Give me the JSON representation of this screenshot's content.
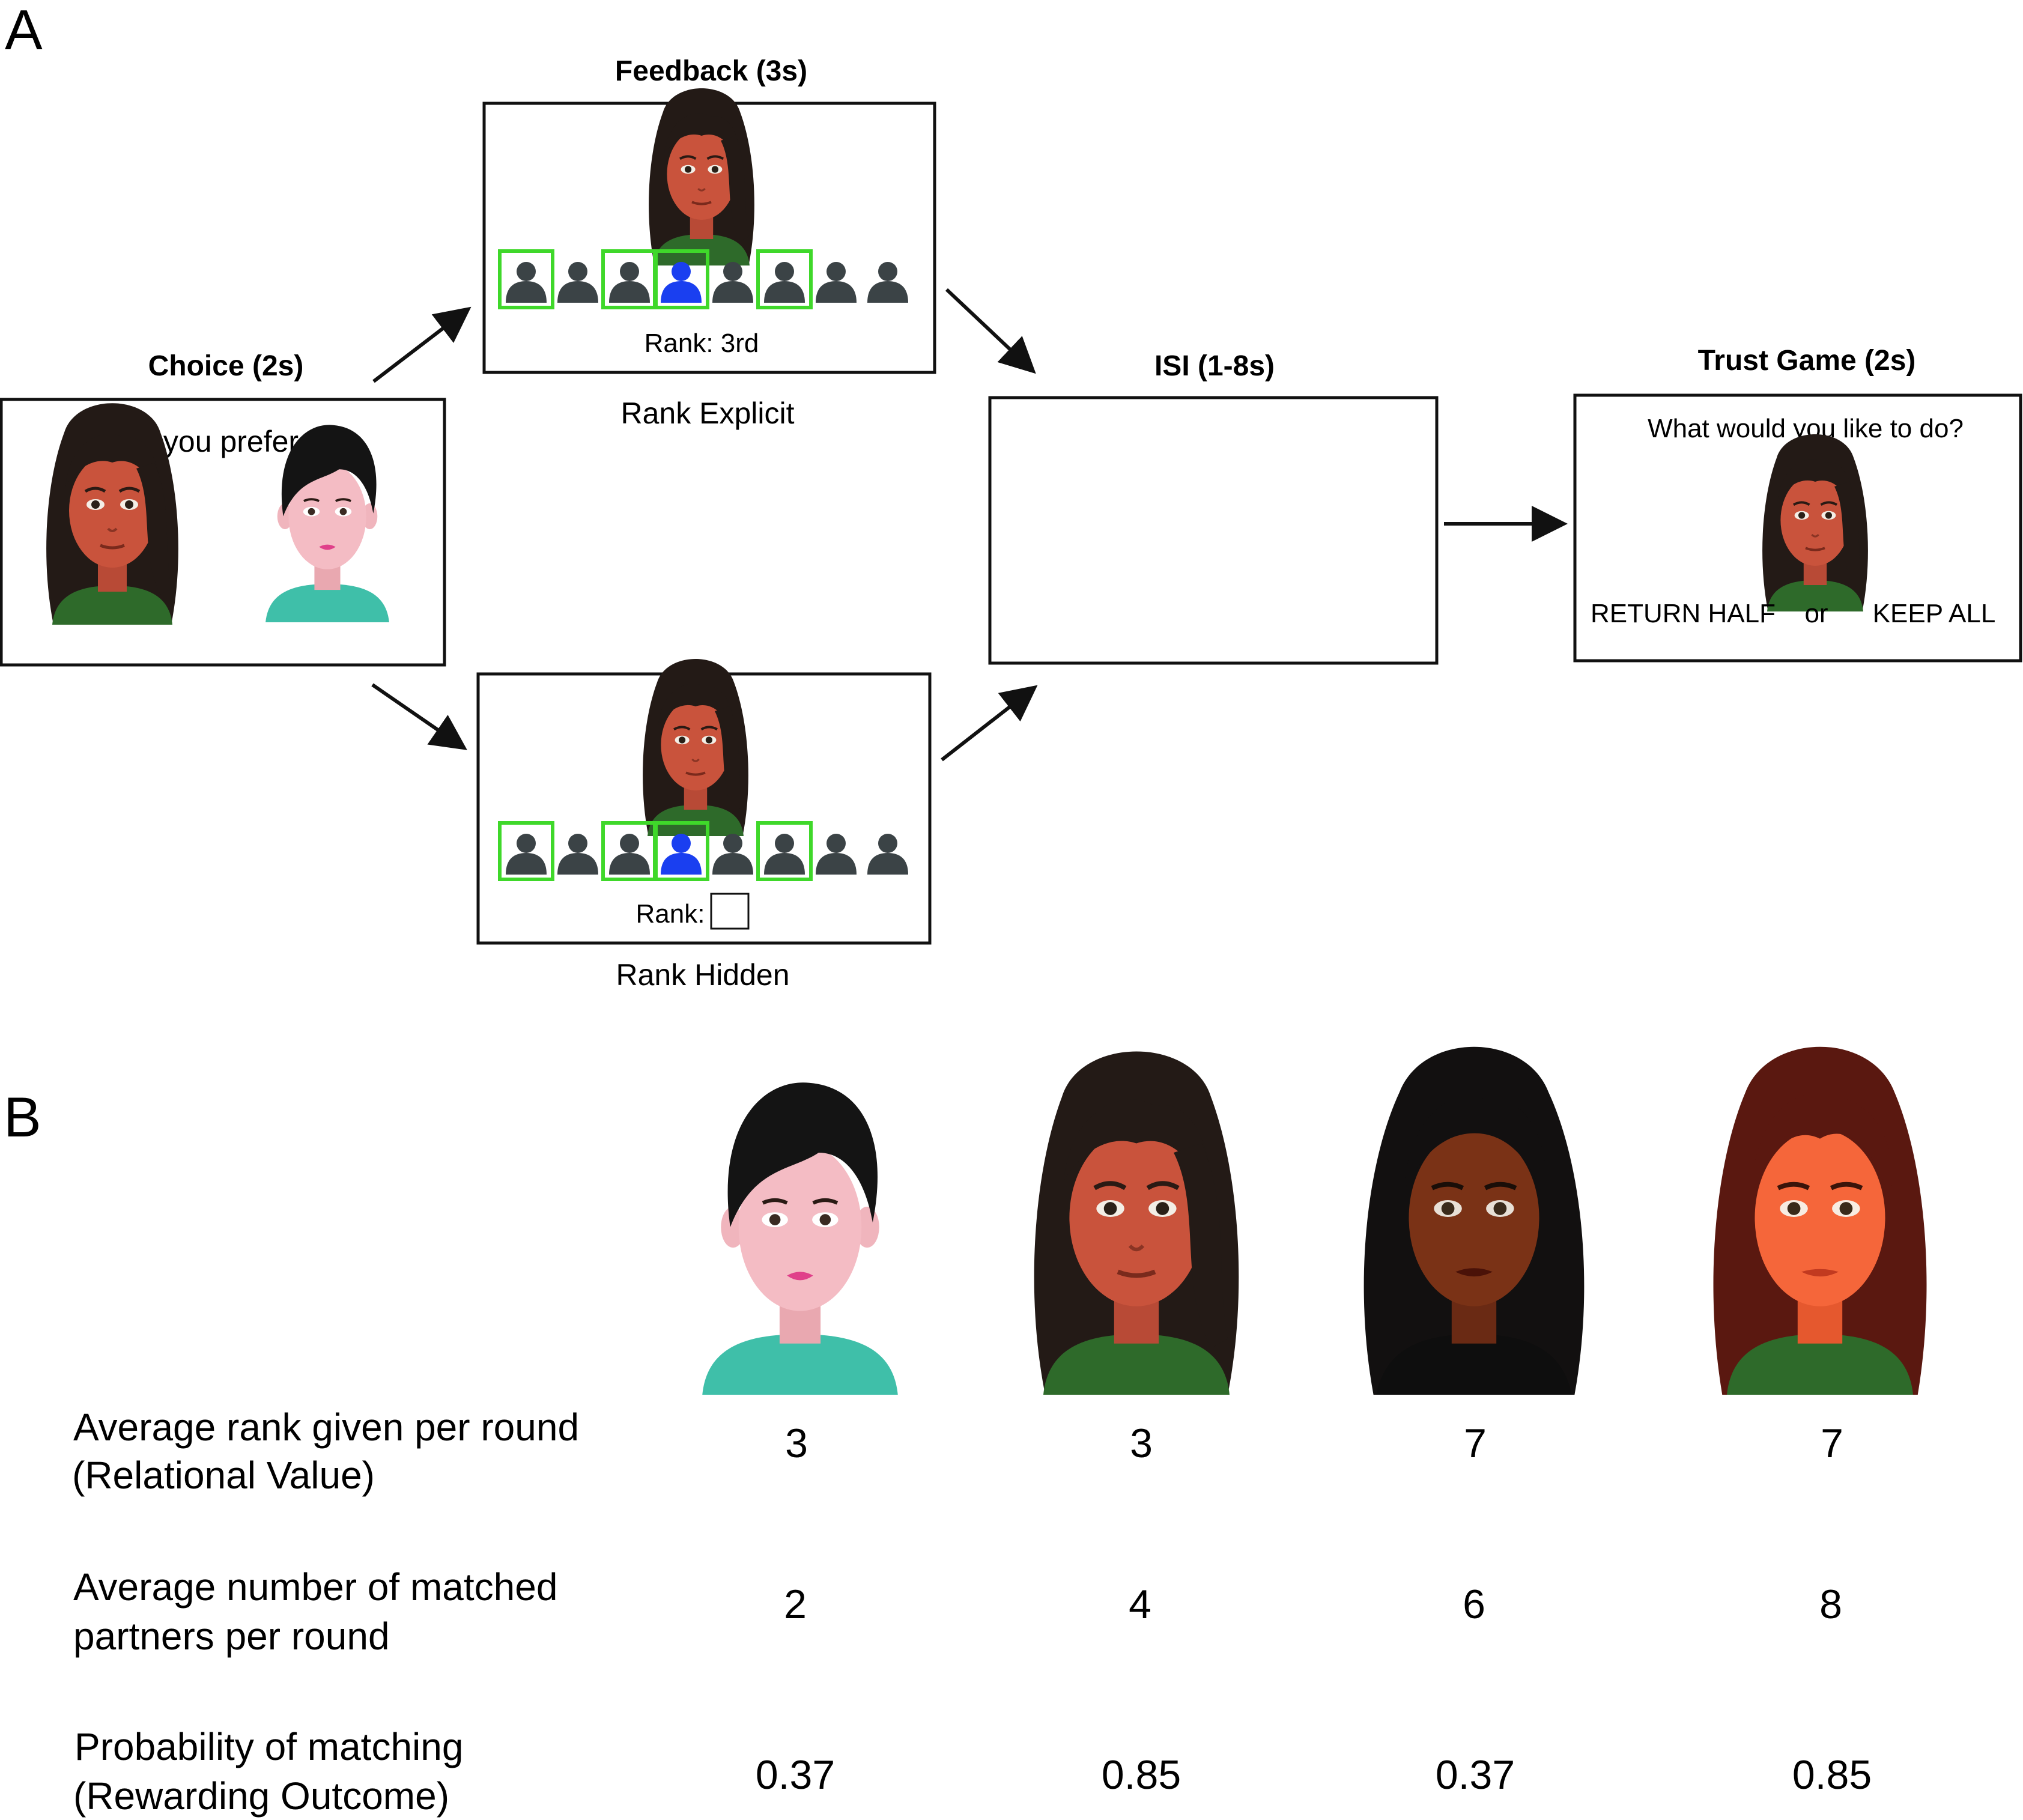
{
  "panel_a": {
    "letter": "A",
    "choice": {
      "title": "Choice (2s)",
      "prompt": "Do you prefer...."
    },
    "feedback": {
      "title": "Feedback (3s)",
      "rank_text": "Rank: 3rd",
      "caption": "Rank Explicit"
    },
    "hidden": {
      "rank_text": "Rank:",
      "caption": "Rank Hidden"
    },
    "isi": {
      "title": "ISI (1-8s)"
    },
    "trust": {
      "title": "Trust Game (2s)",
      "prompt": "What would you like to do?",
      "option_left": "RETURN HALF",
      "option_sep": "or",
      "option_right": "KEEP ALL"
    },
    "rank_icons": [
      {
        "highlight": true,
        "color": "dark"
      },
      {
        "highlight": false,
        "color": "dark"
      },
      {
        "highlight": true,
        "color": "dark"
      },
      {
        "highlight": true,
        "color": "blue"
      },
      {
        "highlight": false,
        "color": "dark"
      },
      {
        "highlight": true,
        "color": "dark"
      },
      {
        "highlight": false,
        "color": "dark"
      },
      {
        "highlight": false,
        "color": "dark"
      }
    ]
  },
  "panel_b": {
    "letter": "B",
    "avatars": [
      "light-skin-short-black-hair",
      "red-skin-long-curly-hair",
      "dark-skin-long-black-hair",
      "orange-skin-long-auburn-hair"
    ],
    "rows": [
      {
        "label_1": "Average rank given per round",
        "label_2": "(Relational Value)",
        "values": [
          "3",
          "3",
          "7",
          "7"
        ]
      },
      {
        "label_1": "Average number of matched",
        "label_2": "partners per round",
        "values": [
          "2",
          "4",
          "6",
          "8"
        ]
      },
      {
        "label_1": "Probability of matching",
        "label_2": "(Rewarding Outcome)",
        "values": [
          "0.37",
          "0.85",
          "0.37",
          "0.85"
        ]
      }
    ]
  },
  "colors": {
    "highlight_green": "#3fd82a",
    "user_blue": "#1a3ff0",
    "icon_dark": "#3b4346",
    "shirt_green": "#2e6a2a",
    "shirt_teal": "#3fbfa9"
  }
}
